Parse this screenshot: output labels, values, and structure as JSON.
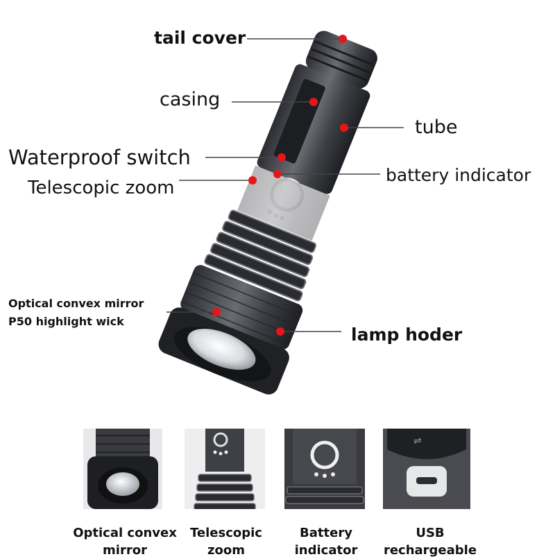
{
  "annotations": {
    "tail_cover": "tail cover",
    "casing": "casing",
    "tube": "tube",
    "waterproof_switch": "Waterproof switch",
    "battery_indicator": "battery indicator",
    "telescopic_zoom": "Telescopic zoom",
    "optical_mirror": "Optical convex mirror",
    "wick": "P50 highlight wick",
    "lamp_holder": "lamp hoder"
  },
  "features": [
    {
      "caption": "Optical convex\nmirror"
    },
    {
      "caption": "Telescopic\nzoom"
    },
    {
      "caption": "Battery\nindicator"
    },
    {
      "caption": "USB\nrechargeable"
    }
  ],
  "colors": {
    "marker": "#e8141c",
    "body": "#4a4c52",
    "dark": "#2a2b30"
  }
}
